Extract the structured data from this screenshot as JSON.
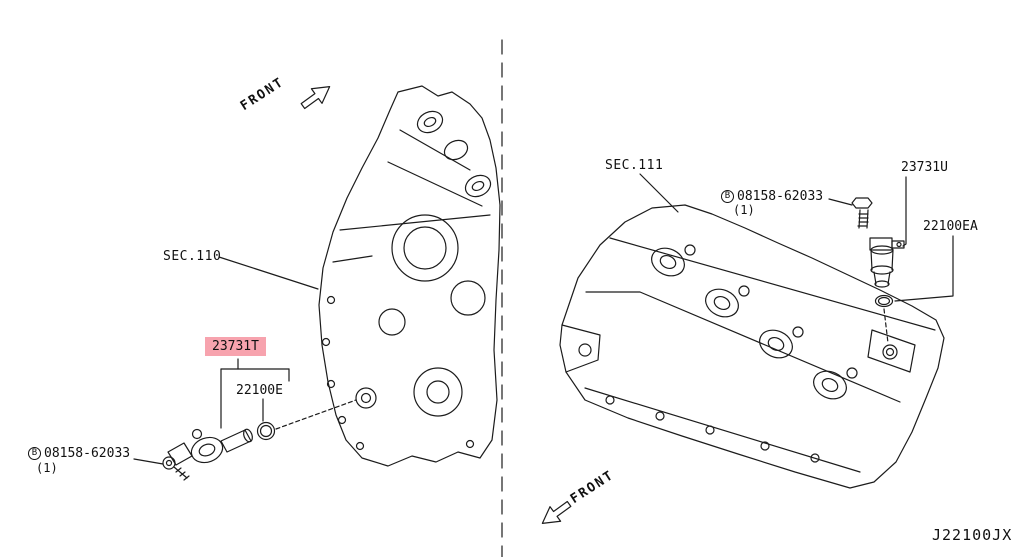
{
  "page": {
    "background": "#ffffff",
    "line_color": "#1c1c1c",
    "highlight_color": "#f7a3ae",
    "diagram_code": "J22100JX"
  },
  "left_view": {
    "front_label": "FRONT",
    "section_label": "SEC.110",
    "sensor_part": "23731T",
    "oring_part": "22100E",
    "bolt_marker": "B",
    "bolt_part": "08158-62033",
    "bolt_qty": "(1)"
  },
  "right_view": {
    "front_label": "FRONT",
    "section_label": "SEC.111",
    "sensor_part": "23731U",
    "oring_part": "22100EA",
    "bolt_marker": "B",
    "bolt_part": "08158-62033",
    "bolt_qty": "(1)"
  }
}
